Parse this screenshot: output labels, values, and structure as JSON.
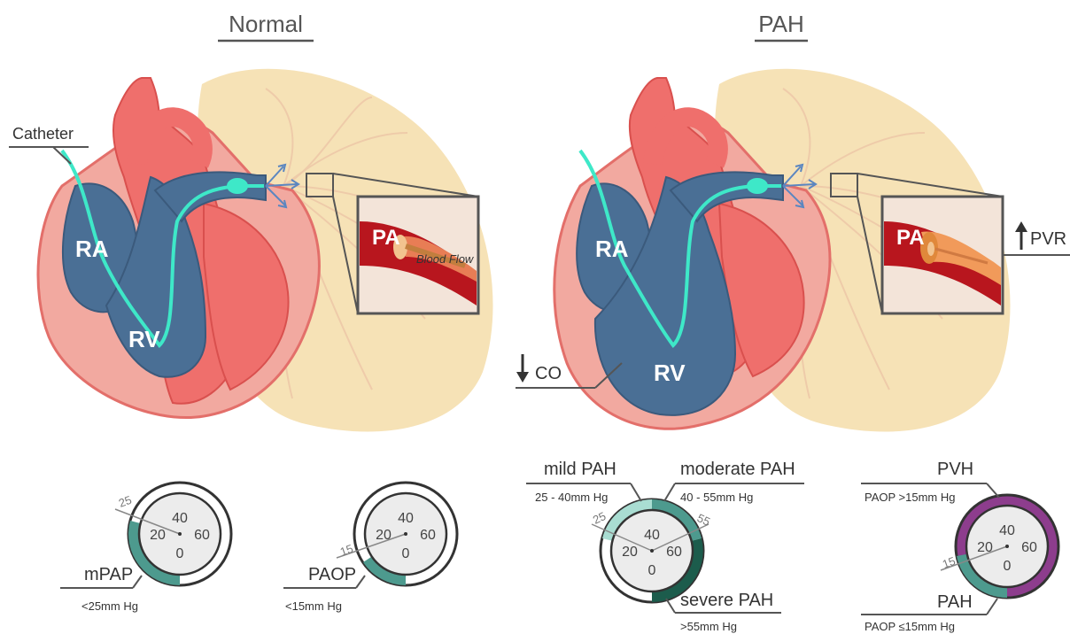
{
  "panels": {
    "normal": {
      "title": "Normal",
      "catheter_label": "Catheter",
      "ra_label": "RA",
      "rv_label": "RV",
      "pa_label": "PA",
      "flow_label": "Blood Flow"
    },
    "pah": {
      "title": "PAH",
      "ra_label": "RA",
      "rv_label": "RV",
      "pa_label": "PA",
      "pvr_label": "PVR",
      "co_label": "CO"
    }
  },
  "gauges": {
    "mpap": {
      "label": "mPAP",
      "sub": "<25mm Hg",
      "marker": "25",
      "t40": "40",
      "t20": "20",
      "t60": "60",
      "t0": "0"
    },
    "paop": {
      "label": "PAOP",
      "sub": "<15mm Hg",
      "marker": "15",
      "t40": "40",
      "t20": "20",
      "t60": "60",
      "t0": "0"
    },
    "pah_severity": {
      "mild_label": "mild PAH",
      "mild_sub": "25 - 40mm Hg",
      "moderate_label": "moderate PAH",
      "moderate_sub": "40 - 55mm Hg",
      "severe_label": "severe PAH",
      "severe_sub": ">55mm Hg",
      "marker_a": "25",
      "marker_b": "55",
      "t40": "40",
      "t20": "20",
      "t60": "60",
      "t0": "0"
    },
    "pvh_pah": {
      "pvh_label": "PVH",
      "pvh_sub": "PAOP >15mm Hg",
      "pah_label": "PAH",
      "pah_sub": "PAOP ≤15mm Hg",
      "marker": "15",
      "t40": "40",
      "t20": "20",
      "t60": "60",
      "t0": "0"
    }
  },
  "colors": {
    "heart_outer": "#f2a9a0",
    "heart_red": "#ef6f6c",
    "chamber_blue": "#4a6f95",
    "catheter": "#3ee8c8",
    "lung": "#f6e2b6",
    "vessel_red": "#b8161e",
    "teal": "#4d9a8e",
    "dark_teal": "#1c5c4c",
    "purple": "#8d3d8d"
  }
}
